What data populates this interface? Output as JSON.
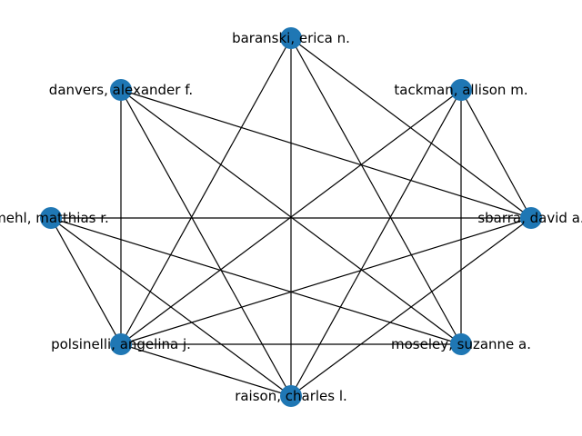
{
  "graph": {
    "nodes": [
      {
        "id": "baranski",
        "label": "baranski, erica n."
      },
      {
        "id": "tackman",
        "label": "tackman, allison m."
      },
      {
        "id": "sbarra",
        "label": "sbarra, david a."
      },
      {
        "id": "moseley",
        "label": "moseley, suzanne a."
      },
      {
        "id": "raison",
        "label": "raison, charles l."
      },
      {
        "id": "polsinelli",
        "label": "polsinelli, angelina j."
      },
      {
        "id": "mehl",
        "label": "mehl, matthias r."
      },
      {
        "id": "danvers",
        "label": "danvers, alexander f."
      }
    ],
    "edges": [
      [
        "baranski",
        "raison"
      ],
      [
        "baranski",
        "polsinelli"
      ],
      [
        "baranski",
        "sbarra"
      ],
      [
        "baranski",
        "moseley"
      ],
      [
        "tackman",
        "sbarra"
      ],
      [
        "tackman",
        "moseley"
      ],
      [
        "tackman",
        "polsinelli"
      ],
      [
        "tackman",
        "raison"
      ],
      [
        "danvers",
        "polsinelli"
      ],
      [
        "danvers",
        "raison"
      ],
      [
        "danvers",
        "sbarra"
      ],
      [
        "danvers",
        "moseley"
      ],
      [
        "mehl",
        "sbarra"
      ],
      [
        "mehl",
        "polsinelli"
      ],
      [
        "mehl",
        "raison"
      ],
      [
        "mehl",
        "moseley"
      ],
      [
        "polsinelli",
        "moseley"
      ],
      [
        "polsinelli",
        "raison"
      ],
      [
        "polsinelli",
        "sbarra"
      ],
      [
        "raison",
        "sbarra"
      ]
    ],
    "node_color": "#1f77b4",
    "edge_color": "#000000"
  }
}
